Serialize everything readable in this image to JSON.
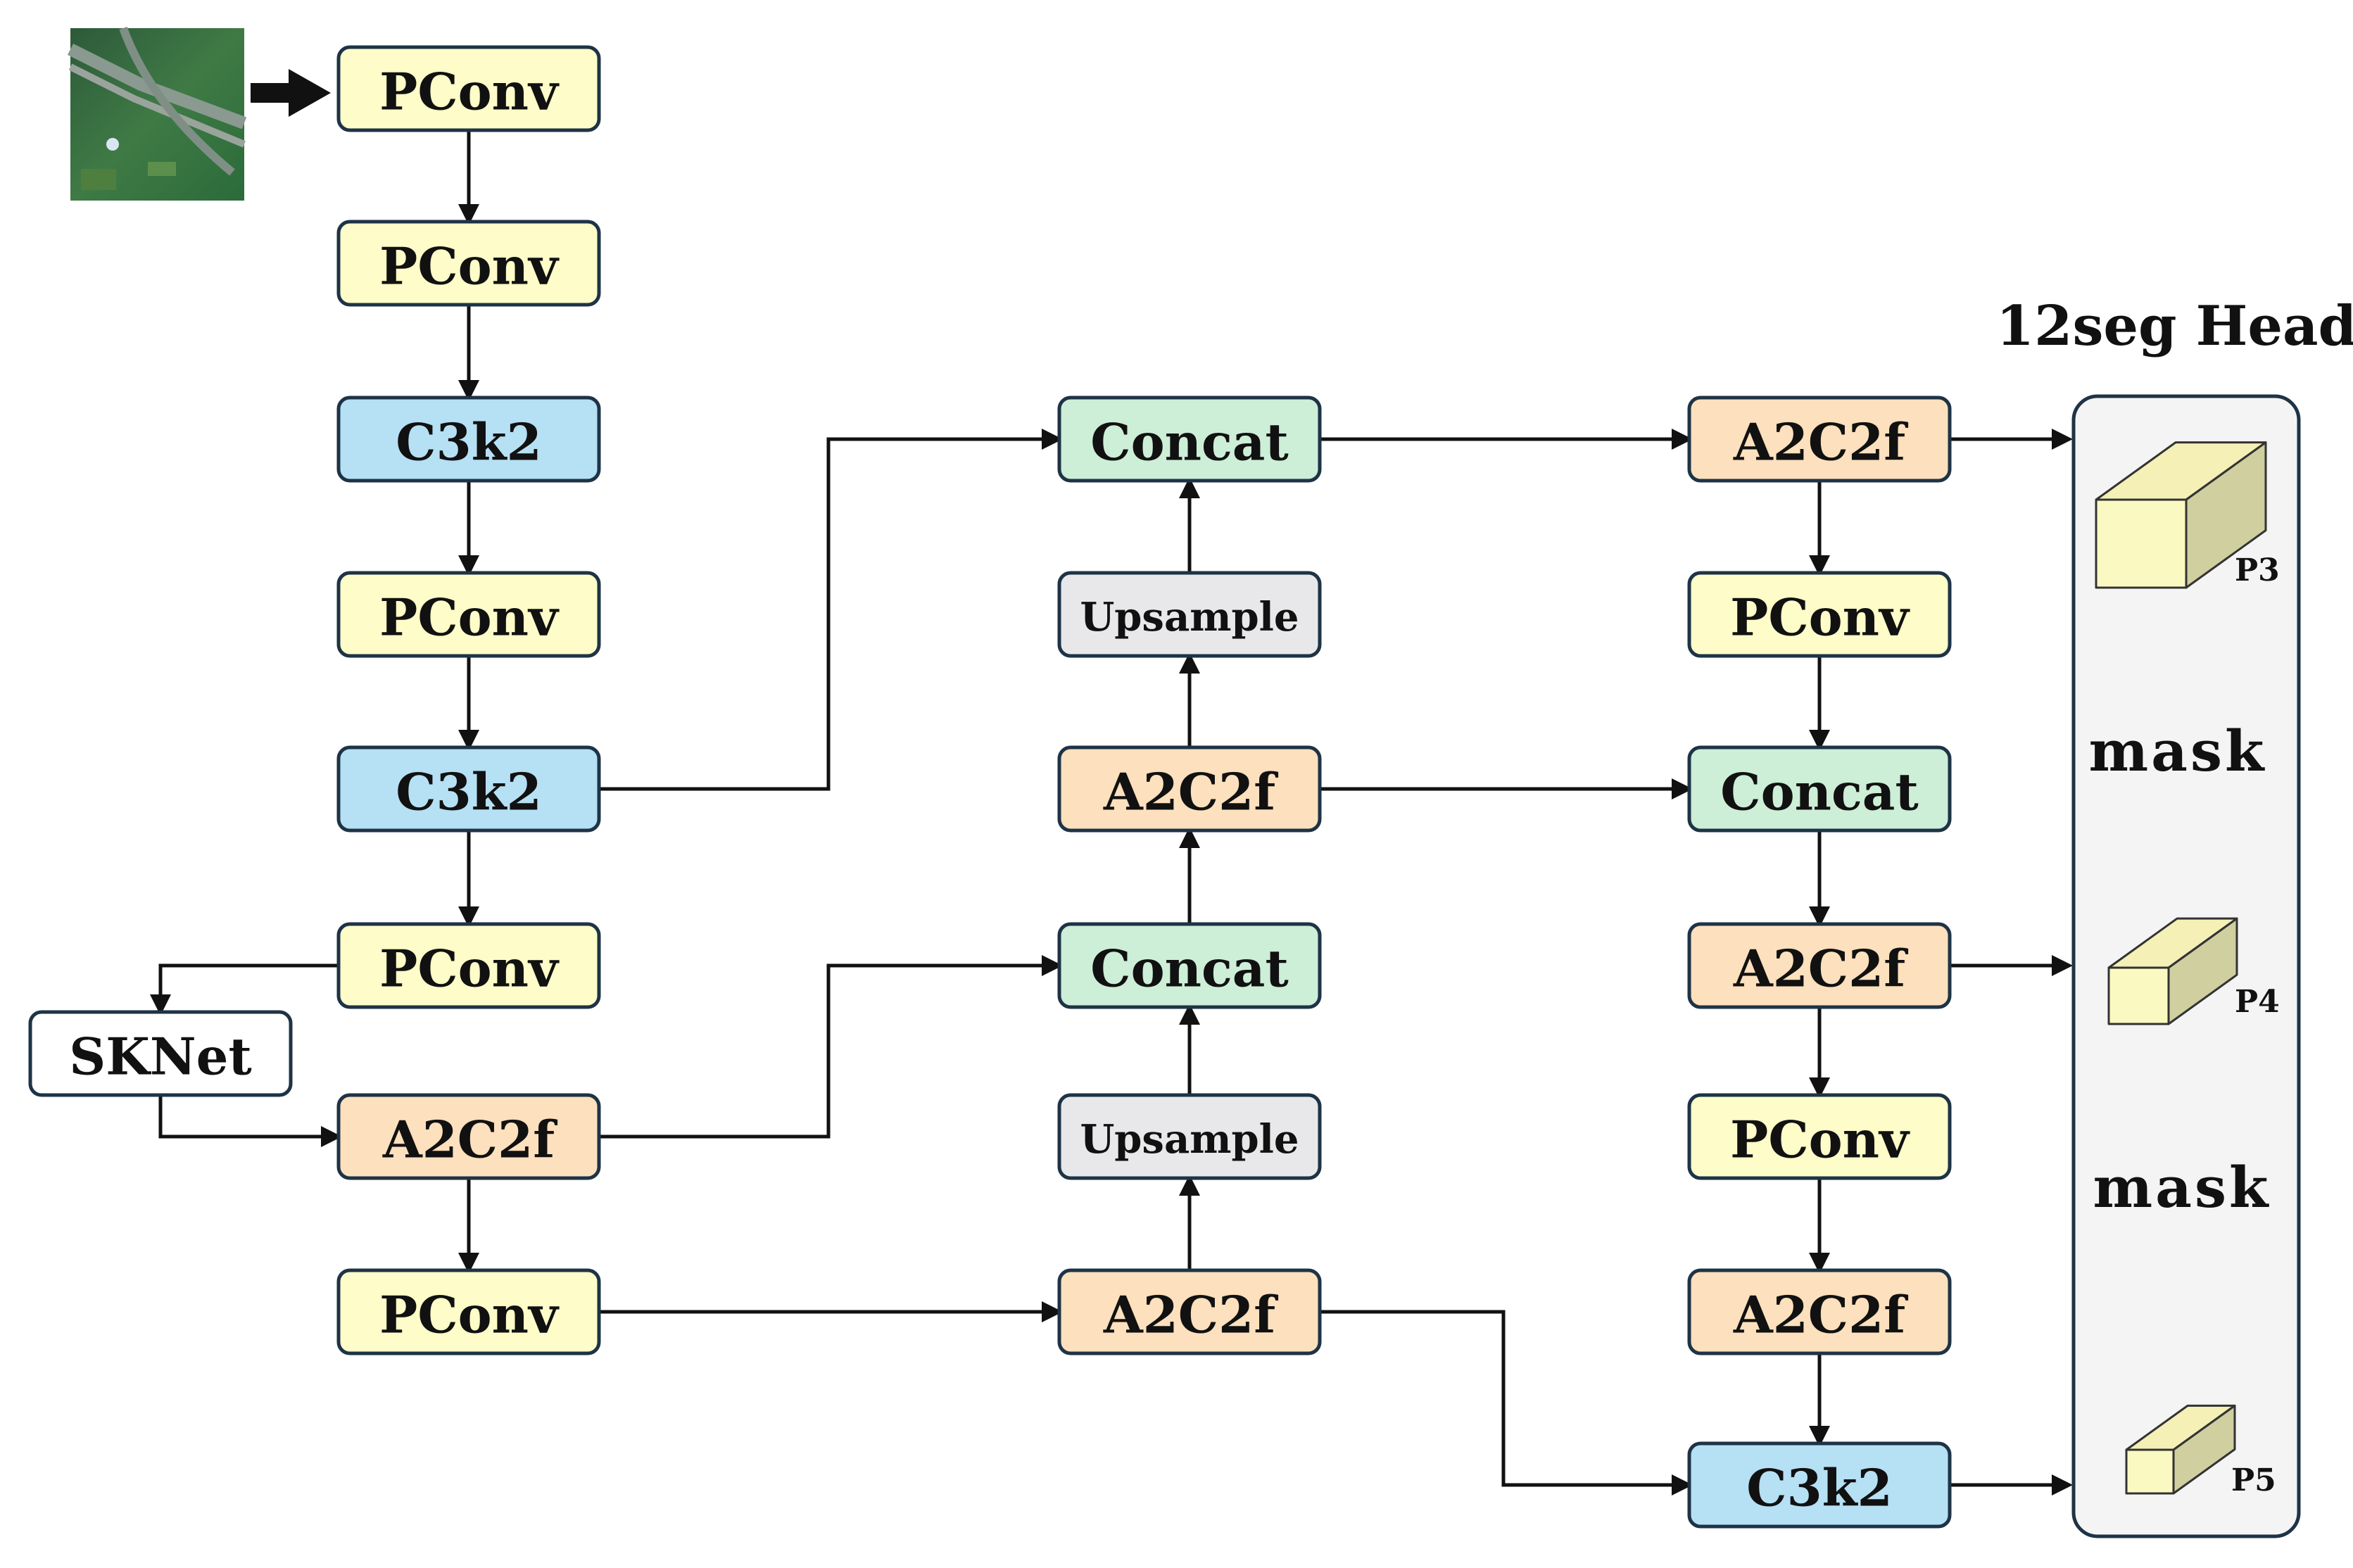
{
  "colors": {
    "pconv": "#fefcc8",
    "c3k2": "#b6e0f4",
    "concat": "#cdeed7",
    "a2c2f": "#fde0bd",
    "upsample": "#e8e8ea",
    "sknet": "#ffffff",
    "head_panel": "#f4f4f4",
    "border": "#1e3346",
    "cube_front": "#fbf9c2",
    "cube_top": "#f4f0b6",
    "cube_side": "#cfcfa0"
  },
  "input_image": {
    "icon": "satellite-image-icon"
  },
  "nodes": [
    {
      "id": "b1",
      "label": "PConv",
      "kind": "pconv"
    },
    {
      "id": "b2",
      "label": "PConv",
      "kind": "pconv"
    },
    {
      "id": "b3",
      "label": "C3k2",
      "kind": "c3k2"
    },
    {
      "id": "b4",
      "label": "PConv",
      "kind": "pconv"
    },
    {
      "id": "b5",
      "label": "C3k2",
      "kind": "c3k2"
    },
    {
      "id": "b6",
      "label": "PConv",
      "kind": "pconv"
    },
    {
      "id": "sk",
      "label": "SKNet",
      "kind": "sknet"
    },
    {
      "id": "b7",
      "label": "A2C2f",
      "kind": "a2c2f"
    },
    {
      "id": "b8",
      "label": "PConv",
      "kind": "pconv"
    },
    {
      "id": "m1",
      "label": "Concat",
      "kind": "concat"
    },
    {
      "id": "m2",
      "label": "Upsample",
      "kind": "upsample"
    },
    {
      "id": "m3",
      "label": "A2C2f",
      "kind": "a2c2f"
    },
    {
      "id": "m4",
      "label": "Concat",
      "kind": "concat"
    },
    {
      "id": "m5",
      "label": "Upsample",
      "kind": "upsample"
    },
    {
      "id": "m6",
      "label": "A2C2f",
      "kind": "a2c2f"
    },
    {
      "id": "r1",
      "label": "A2C2f",
      "kind": "a2c2f"
    },
    {
      "id": "r2",
      "label": "PConv",
      "kind": "pconv"
    },
    {
      "id": "r3",
      "label": "Concat",
      "kind": "concat"
    },
    {
      "id": "r4",
      "label": "A2C2f",
      "kind": "a2c2f"
    },
    {
      "id": "r5",
      "label": "PConv",
      "kind": "pconv"
    },
    {
      "id": "r6",
      "label": "A2C2f",
      "kind": "a2c2f"
    },
    {
      "id": "r7",
      "label": "C3k2",
      "kind": "c3k2"
    }
  ],
  "edges": [
    {
      "from": "input",
      "to": "b1"
    },
    {
      "from": "b1",
      "to": "b2"
    },
    {
      "from": "b2",
      "to": "b3"
    },
    {
      "from": "b3",
      "to": "b4"
    },
    {
      "from": "b4",
      "to": "b5"
    },
    {
      "from": "b5",
      "to": "b6"
    },
    {
      "from": "b6",
      "to": "sk"
    },
    {
      "from": "sk",
      "to": "b7"
    },
    {
      "from": "b7",
      "to": "b8"
    },
    {
      "from": "b5",
      "to": "m1"
    },
    {
      "from": "b7",
      "to": "m4"
    },
    {
      "from": "b8",
      "to": "m6"
    },
    {
      "from": "m6",
      "to": "m5"
    },
    {
      "from": "m5",
      "to": "m4"
    },
    {
      "from": "m4",
      "to": "m3"
    },
    {
      "from": "m3",
      "to": "m2"
    },
    {
      "from": "m2",
      "to": "m1"
    },
    {
      "from": "m1",
      "to": "r1"
    },
    {
      "from": "m3",
      "to": "r3"
    },
    {
      "from": "m6",
      "to": "r7"
    },
    {
      "from": "r1",
      "to": "r2"
    },
    {
      "from": "r2",
      "to": "r3"
    },
    {
      "from": "r3",
      "to": "r4"
    },
    {
      "from": "r4",
      "to": "r5"
    },
    {
      "from": "r5",
      "to": "r6"
    },
    {
      "from": "r6",
      "to": "r7"
    },
    {
      "from": "r1",
      "to": "p3"
    },
    {
      "from": "r4",
      "to": "p4"
    },
    {
      "from": "r7",
      "to": "p5"
    }
  ],
  "head": {
    "title": "12seg Head",
    "mask_labels": [
      "mask",
      "mask"
    ],
    "outputs": [
      {
        "id": "p3",
        "label": "P3"
      },
      {
        "id": "p4",
        "label": "P4"
      },
      {
        "id": "p5",
        "label": "P5"
      }
    ]
  }
}
